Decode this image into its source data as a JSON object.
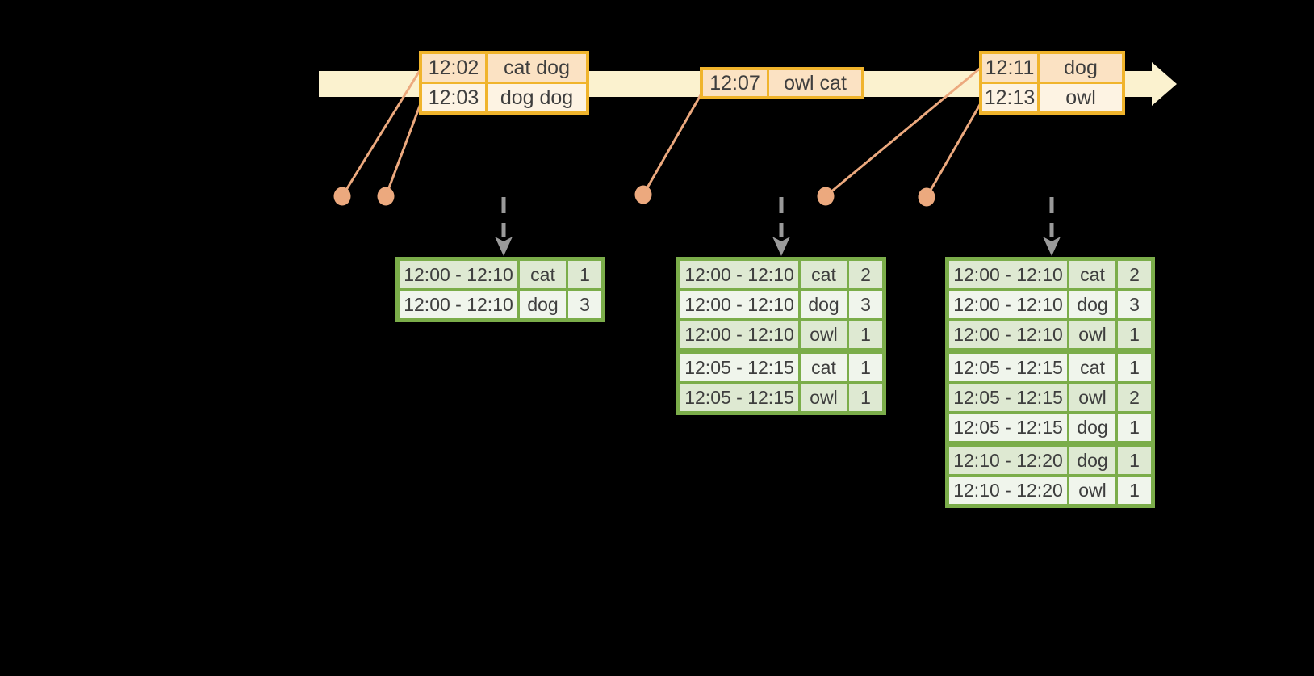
{
  "palette": {
    "background": "#000000",
    "timeline_fill": "#FBF2CF",
    "event_box_border": "#F0B42C",
    "event_row_fill_peach": "#FBE2C3",
    "event_row_fill_cream": "#FDF3E3",
    "event_marker": "#ECA97E",
    "trigger_arrow": "#9A9A9A",
    "table_border": "#7BAD4A",
    "table_row_fill_dark": "#DEE9D2",
    "table_row_fill_light": "#F0F5EC",
    "text": "#3E3E3E"
  },
  "input_stream": {
    "batches": [
      {
        "records": [
          {
            "time": "12:02",
            "words": "cat dog"
          },
          {
            "time": "12:03",
            "words": "dog dog"
          }
        ]
      },
      {
        "records": [
          {
            "time": "12:07",
            "words": "owl cat"
          }
        ]
      },
      {
        "records": [
          {
            "time": "12:11",
            "words": "dog"
          },
          {
            "time": "12:13",
            "words": "owl"
          }
        ]
      }
    ]
  },
  "result_tables": [
    {
      "rows": [
        {
          "window": "12:00 - 12:10",
          "word": "cat",
          "count": "1"
        },
        {
          "window": "12:00 - 12:10",
          "word": "dog",
          "count": "3"
        }
      ]
    },
    {
      "rows": [
        {
          "window": "12:00 - 12:10",
          "word": "cat",
          "count": "2"
        },
        {
          "window": "12:00 - 12:10",
          "word": "dog",
          "count": "3"
        },
        {
          "window": "12:00 - 12:10",
          "word": "owl",
          "count": "1"
        },
        {
          "window": "12:05 - 12:15",
          "word": "cat",
          "count": "1"
        },
        {
          "window": "12:05 - 12:15",
          "word": "owl",
          "count": "1"
        }
      ]
    },
    {
      "rows": [
        {
          "window": "12:00 - 12:10",
          "word": "cat",
          "count": "2"
        },
        {
          "window": "12:00 - 12:10",
          "word": "dog",
          "count": "3"
        },
        {
          "window": "12:00 - 12:10",
          "word": "owl",
          "count": "1"
        },
        {
          "window": "12:05 - 12:15",
          "word": "cat",
          "count": "1"
        },
        {
          "window": "12:05 - 12:15",
          "word": "owl",
          "count": "2"
        },
        {
          "window": "12:05 - 12:15",
          "word": "dog",
          "count": "1"
        },
        {
          "window": "12:10 - 12:20",
          "word": "dog",
          "count": "1"
        },
        {
          "window": "12:10 - 12:20",
          "word": "owl",
          "count": "1"
        }
      ]
    }
  ]
}
